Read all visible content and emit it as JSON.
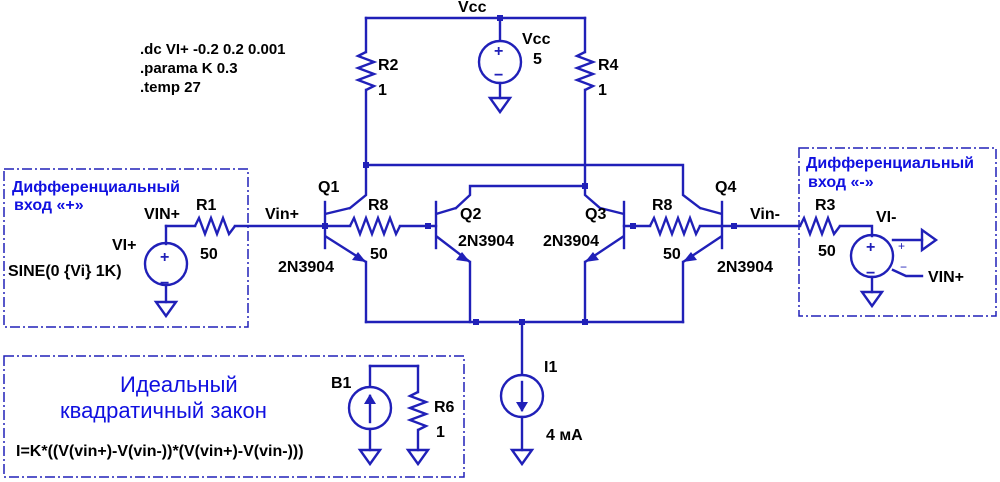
{
  "directives": [
    ".dc VI+ -0.2 0.2 0.001",
    ".parama K 0.3",
    ".temp 27"
  ],
  "nets": {
    "vcc": "Vcc",
    "vin_plus_left": "VIN+",
    "vin_plus_label": "Vin+",
    "vin_minus_label": "Vin-",
    "vin_plus_right": "VIN+"
  },
  "sources": {
    "vcc": {
      "name": "Vcc",
      "value": "5"
    },
    "vi_plus": {
      "name": "VI+",
      "value": "SINE(0 {Vi} 1K)"
    },
    "vi_minus": {
      "name": "VI-"
    },
    "i1": {
      "name": "I1",
      "value": "4 мА"
    },
    "b1": {
      "name": "B1"
    }
  },
  "resistors": {
    "r1": {
      "name": "R1",
      "value": "50"
    },
    "r2": {
      "name": "R2",
      "value": "1"
    },
    "r3": {
      "name": "R3",
      "value": "50"
    },
    "r4": {
      "name": "R4",
      "value": "1"
    },
    "r6": {
      "name": "R6",
      "value": "1"
    },
    "r8a": {
      "name": "R8",
      "value": "50"
    },
    "r8b": {
      "name": "R8",
      "value": "50"
    }
  },
  "transistors": {
    "q1": {
      "name": "Q1",
      "model": "2N3904"
    },
    "q2": {
      "name": "Q2",
      "model": "2N3904"
    },
    "q3": {
      "name": "Q3",
      "model": "2N3904"
    },
    "q4": {
      "name": "Q4",
      "model": "2N3904"
    }
  },
  "boxes": {
    "diff_plus": {
      "line1": "Дифференциальный",
      "line2": "вход «+»"
    },
    "diff_minus": {
      "line1": "Дифференциальный",
      "line2": "вход «-»"
    },
    "ideal": {
      "line1": "Идеальный",
      "line2": "квадратичный закон",
      "formula": "I=K*((V(vin+)-V(vin-))*(V(vin+)-V(vin-)))"
    }
  },
  "colors": {
    "wire": "#2020b8",
    "annotation": "#1010e0",
    "text": "#000000"
  }
}
